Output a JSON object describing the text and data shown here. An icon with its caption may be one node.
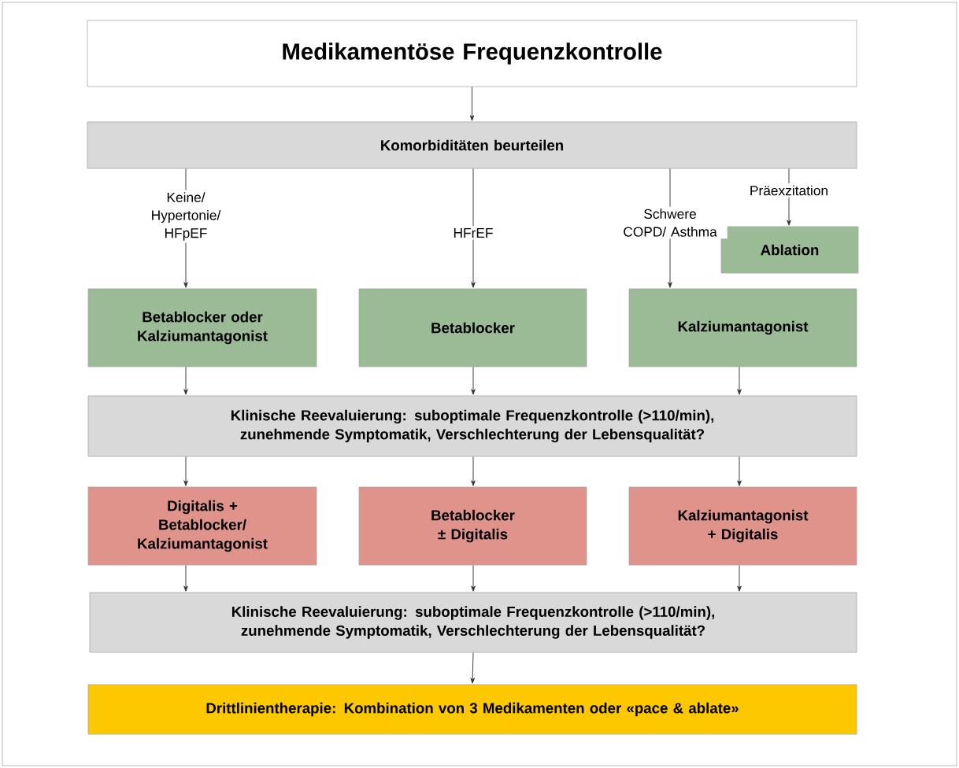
{
  "diagram": {
    "nodes": [
      {
        "text": [
          "Medikamentöse Frequenzkontrolle"
        ]
      },
      {
        "text": [
          "Komorbiditäten beurteilen"
        ]
      },
      {
        "text": [
          "Ablation"
        ]
      },
      {
        "text": [
          "Betablocker oder Kalziumantagonist"
        ]
      },
      {
        "text": [
          "Betablocker"
        ]
      },
      {
        "text": [
          "Kalziumantagonist"
        ]
      },
      {
        "text": [
          "Klinische Reevaluierung: suboptimale Frequenzkontrolle (>110/min), zunehmende Symptomatik, Verschlechterung der Lebensqualität?"
        ]
      },
      {
        "text": [
          "Digitalis + Betablocker/ Kalziumantagonist"
        ]
      },
      {
        "text": [
          "Betablocker ± Digitalis"
        ]
      },
      {
        "text": [
          "Kalziumantagonist + Digitalis"
        ]
      },
      {
        "text": [
          "Klinische Reevaluierung: suboptimale Frequenzkontrolle (>110/min), zunehmende Symptomatik, Verschlechterung der Lebensqualität?"
        ]
      },
      {
        "text": [
          "Drittlinientherapie: Kombination von 3 Medikamenten oder «pace & ablate»"
        ]
      }
    ],
    "edges": [
      {
        "from": 0,
        "to": 1,
        "arrow": "to"
      },
      {
        "from": 1,
        "to": 3,
        "arrow": "to",
        "label": "Keine/ Hypertonie/ HFpEF"
      },
      {
        "from": 1,
        "to": 4,
        "arrow": "to",
        "label": "HFrEF"
      },
      {
        "from": 1,
        "to": 5,
        "arrow": "to",
        "label": "Schwere COPD/ Asthma"
      },
      {
        "from": 1,
        "to": 2,
        "arrow": "to",
        "label": "Präexzitation"
      },
      {
        "from": 3,
        "to": 6,
        "arrow": "to"
      },
      {
        "from": 4,
        "to": 6,
        "arrow": "to"
      },
      {
        "from": 5,
        "to": 6,
        "arrow": "to"
      },
      {
        "from": 6,
        "to": 7,
        "arrow": "to"
      },
      {
        "from": 6,
        "to": 8,
        "arrow": "to"
      },
      {
        "from": 6,
        "to": 9,
        "arrow": "to"
      },
      {
        "from": 7,
        "to": 10,
        "arrow": "to"
      },
      {
        "from": 8,
        "to": 10,
        "arrow": "to"
      },
      {
        "from": 9,
        "to": 10,
        "arrow": "to"
      },
      {
        "from": 10,
        "to": 11,
        "arrow": "to"
      }
    ]
  }
}
